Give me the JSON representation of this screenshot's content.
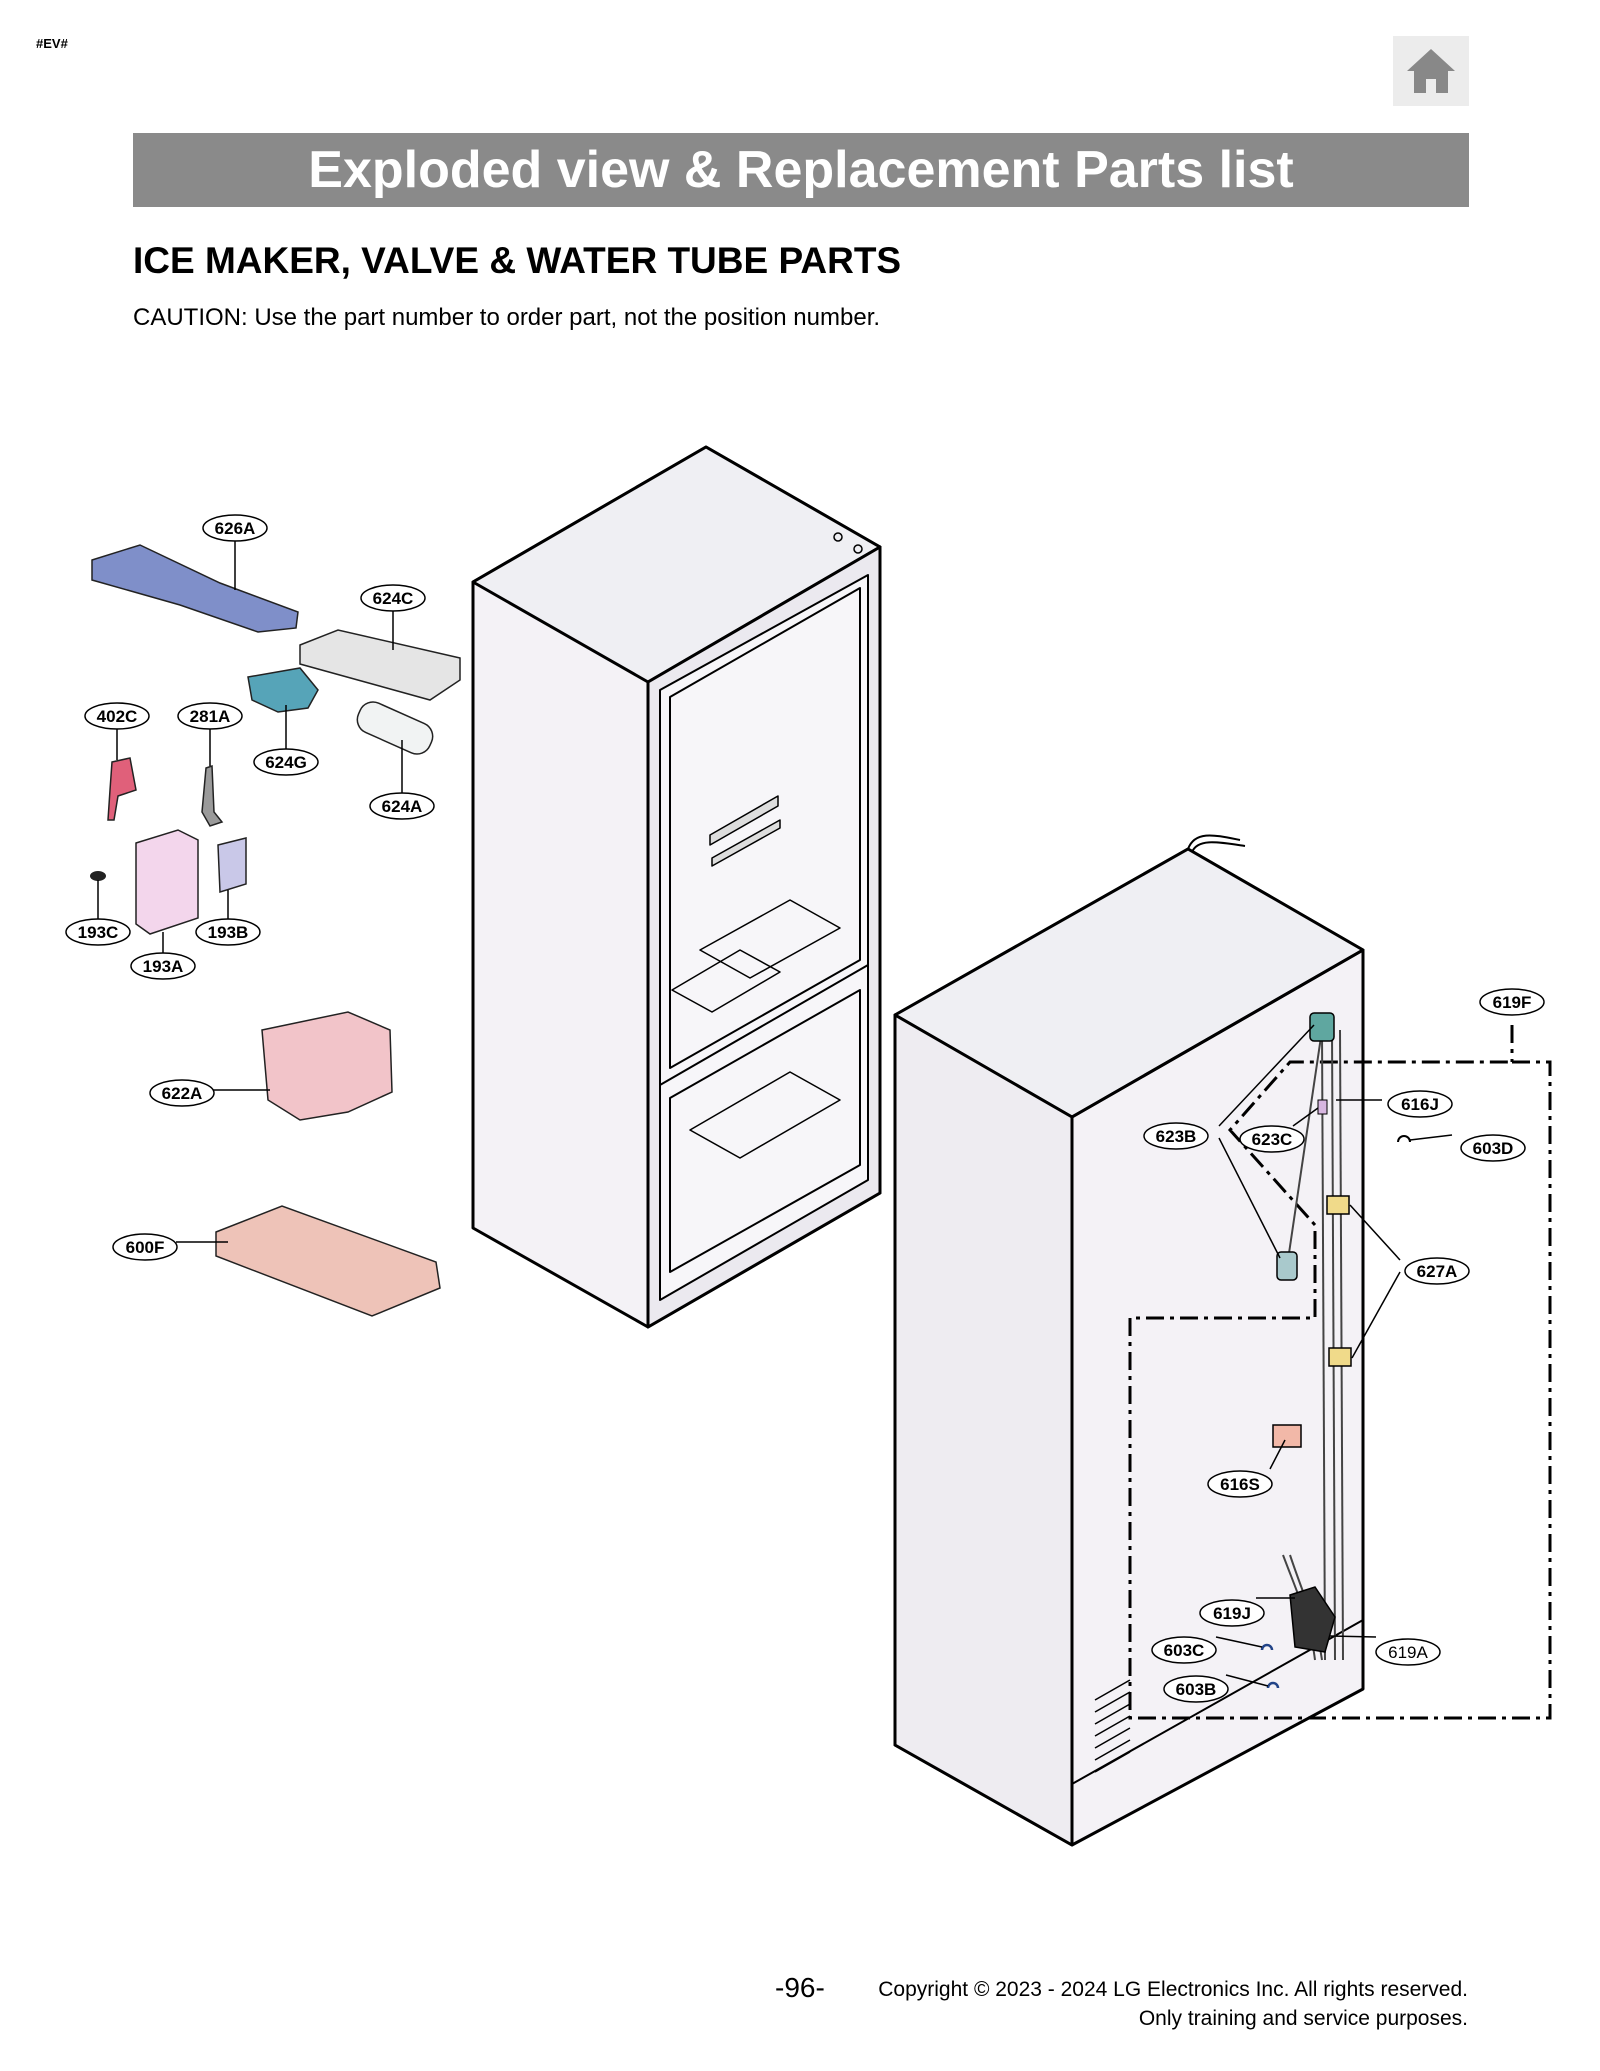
{
  "header": {
    "tag": "#EV#",
    "home_icon": "home-icon",
    "banner_title": "Exploded view & Replacement Parts list"
  },
  "section": {
    "title": "ICE MAKER, VALVE & WATER TUBE PARTS",
    "caution": "CAUTION: Use the part number to order part, not the position number."
  },
  "callouts": {
    "c626A": "626A",
    "c624C": "624C",
    "c402C": "402C",
    "c281A": "281A",
    "c624G": "624G",
    "c624A": "624A",
    "c193C": "193C",
    "c193B": "193B",
    "c193A": "193A",
    "c622A": "622A",
    "c600F": "600F",
    "c619F": "619F",
    "c616J": "616J",
    "c623B": "623B",
    "c623C": "623C",
    "c603D": "603D",
    "c627A": "627A",
    "c616S": "616S",
    "c619J": "619J",
    "c603C": "603C",
    "c619A": "619A",
    "c603B": "603B"
  },
  "footer": {
    "page_number": "-96-",
    "copyright": "Copyright © 2023 - 2024 LG Electronics Inc. All rights reserved.",
    "usage": "Only training and service purposes."
  }
}
